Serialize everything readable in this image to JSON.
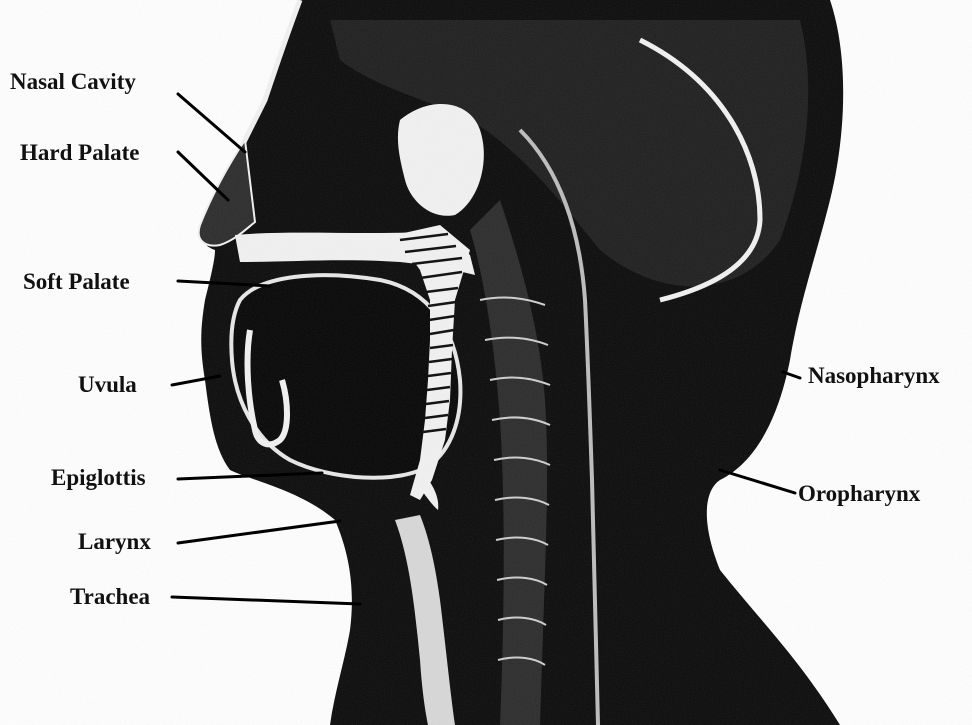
{
  "labels": {
    "nasal_cavity": "Nasal Cavity",
    "hard_palate": "Hard Palate",
    "soft_palate": "Soft Palate",
    "uvula": "Uvula",
    "epiglottis": "Epiglottis",
    "larynx": "Larynx",
    "trachea": "Trachea",
    "nasopharynx": "Nasopharynx",
    "oropharynx": "Oropharynx"
  },
  "colors": {
    "tissue_dark": "#0a0a0a",
    "tissue_mid": "#2b2b2b",
    "highlight": "#f2f2f2",
    "label_text": "#111111",
    "leader_line": "#000000"
  }
}
